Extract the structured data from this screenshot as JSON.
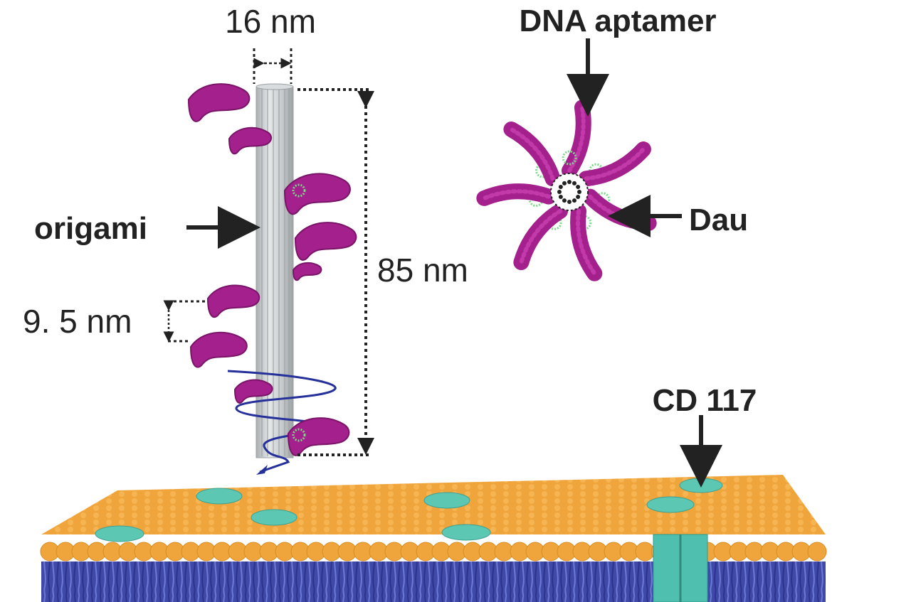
{
  "labels": {
    "width_16": "16 nm",
    "dna_aptamer": "DNA aptamer",
    "origami": "origami",
    "length_85": "85 nm",
    "spacing_95": "9. 5 nm",
    "dau": "Dau",
    "cd117": "CD 117"
  },
  "colors": {
    "aptamer": "#a4208c",
    "dau": "#7bd98a",
    "origami_tube": "#c9ced1",
    "helix": "#25309a",
    "lipid_head": "#f0a53c",
    "lipid_tail": "#4650b4",
    "receptor": "#5cc8b4",
    "arrow": "#222222"
  },
  "icons": {
    "dimension_arrow": "double-arrow-icon",
    "pointer_arrow": "arrow-icon"
  }
}
